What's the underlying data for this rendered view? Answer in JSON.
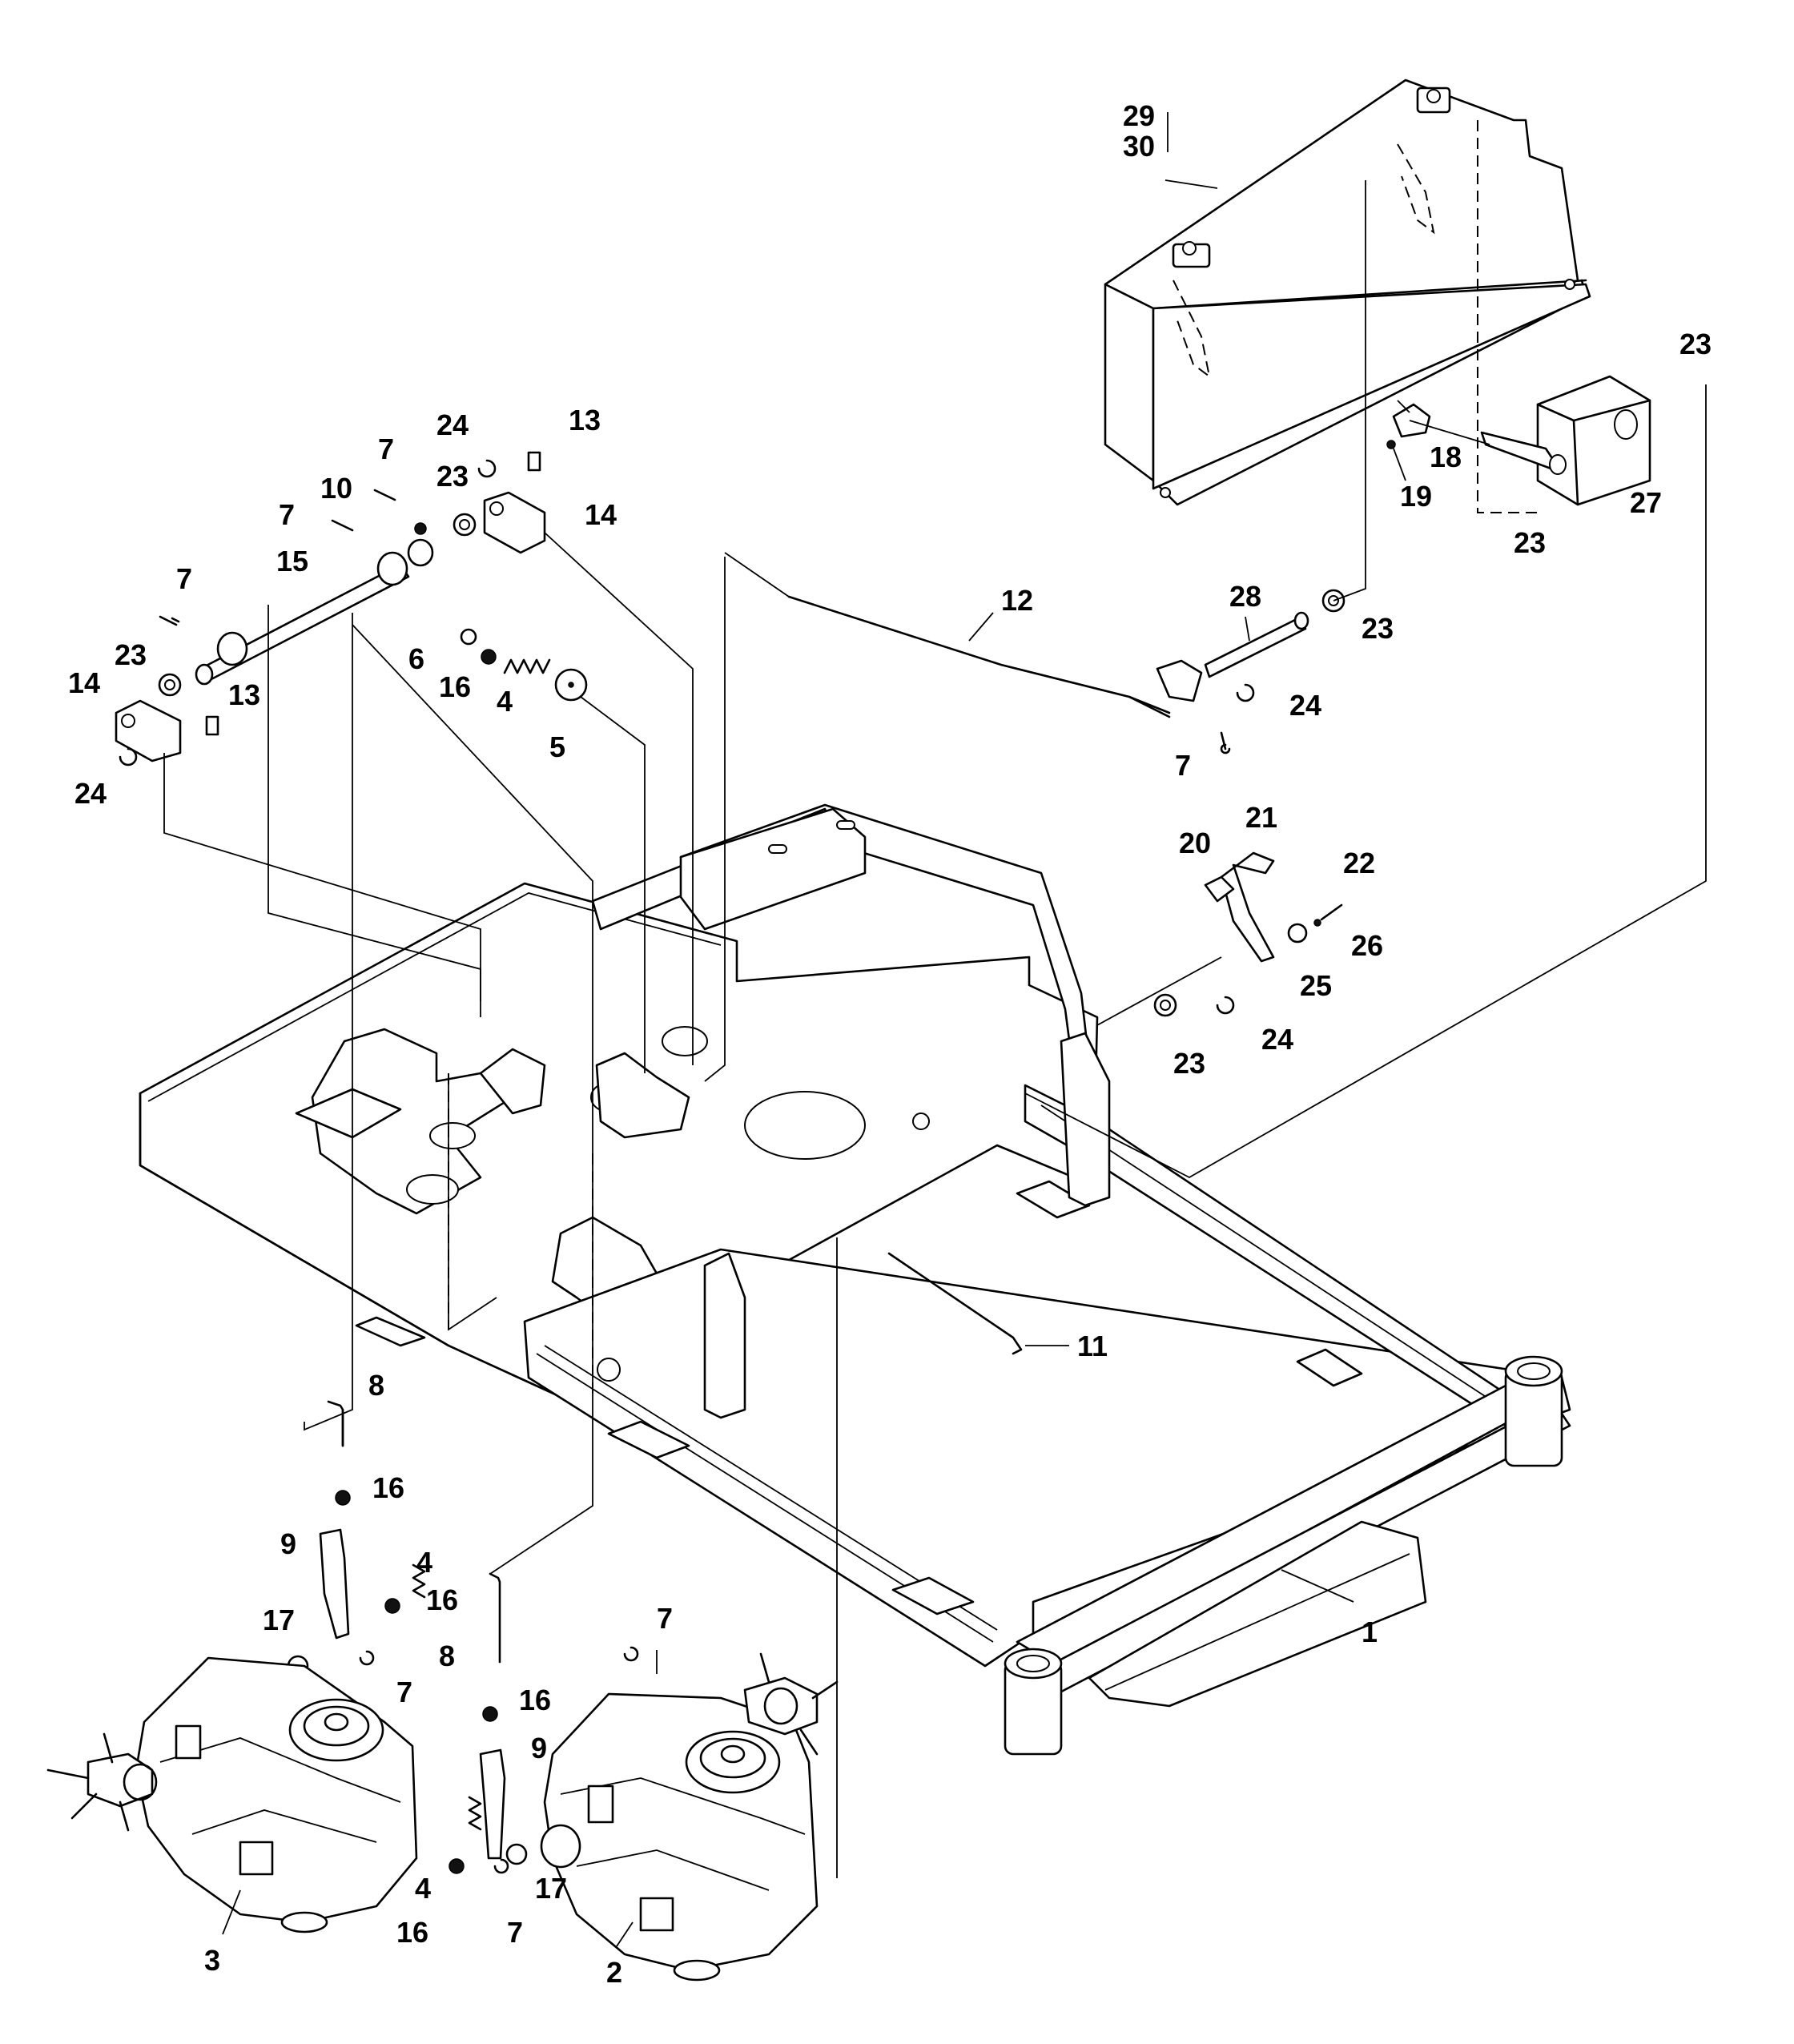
{
  "callouts": [
    {
      "id": "c1",
      "text": "1"
    },
    {
      "id": "c2",
      "text": "2"
    },
    {
      "id": "c3",
      "text": "3"
    },
    {
      "id": "c4a",
      "text": "4"
    },
    {
      "id": "c4b",
      "text": "4"
    },
    {
      "id": "c4c",
      "text": "4"
    },
    {
      "id": "c5",
      "text": "5"
    },
    {
      "id": "c6",
      "text": "6"
    },
    {
      "id": "c7a",
      "text": "7"
    },
    {
      "id": "c7b",
      "text": "7"
    },
    {
      "id": "c7c",
      "text": "7"
    },
    {
      "id": "c7d",
      "text": "7"
    },
    {
      "id": "c7e",
      "text": "7"
    },
    {
      "id": "c7f",
      "text": "7"
    },
    {
      "id": "c7g",
      "text": "7"
    },
    {
      "id": "c8a",
      "text": "8"
    },
    {
      "id": "c8b",
      "text": "8"
    },
    {
      "id": "c9a",
      "text": "9"
    },
    {
      "id": "c9b",
      "text": "9"
    },
    {
      "id": "c10",
      "text": "10"
    },
    {
      "id": "c11",
      "text": "11"
    },
    {
      "id": "c12",
      "text": "12"
    },
    {
      "id": "c13a",
      "text": "13"
    },
    {
      "id": "c13b",
      "text": "13"
    },
    {
      "id": "c14a",
      "text": "14"
    },
    {
      "id": "c14b",
      "text": "14"
    },
    {
      "id": "c15",
      "text": "15"
    },
    {
      "id": "c16a",
      "text": "16"
    },
    {
      "id": "c16b",
      "text": "16"
    },
    {
      "id": "c16c",
      "text": "16"
    },
    {
      "id": "c16d",
      "text": "16"
    },
    {
      "id": "c16e",
      "text": "16"
    },
    {
      "id": "c17a",
      "text": "17"
    },
    {
      "id": "c17b",
      "text": "17"
    },
    {
      "id": "c18",
      "text": "18"
    },
    {
      "id": "c19",
      "text": "19"
    },
    {
      "id": "c20",
      "text": "20"
    },
    {
      "id": "c21",
      "text": "21"
    },
    {
      "id": "c22",
      "text": "22"
    },
    {
      "id": "c23a",
      "text": "23"
    },
    {
      "id": "c23b",
      "text": "23"
    },
    {
      "id": "c23c",
      "text": "23"
    },
    {
      "id": "c23d",
      "text": "23"
    },
    {
      "id": "c23e",
      "text": "23"
    },
    {
      "id": "c23f",
      "text": "23"
    },
    {
      "id": "c24a",
      "text": "24"
    },
    {
      "id": "c24b",
      "text": "24"
    },
    {
      "id": "c24c",
      "text": "24"
    },
    {
      "id": "c24d",
      "text": "24"
    },
    {
      "id": "c25",
      "text": "25"
    },
    {
      "id": "c26",
      "text": "26"
    },
    {
      "id": "c27",
      "text": "27"
    },
    {
      "id": "c28",
      "text": "28"
    },
    {
      "id": "c29",
      "text": "29"
    },
    {
      "id": "c30",
      "text": "30"
    }
  ]
}
